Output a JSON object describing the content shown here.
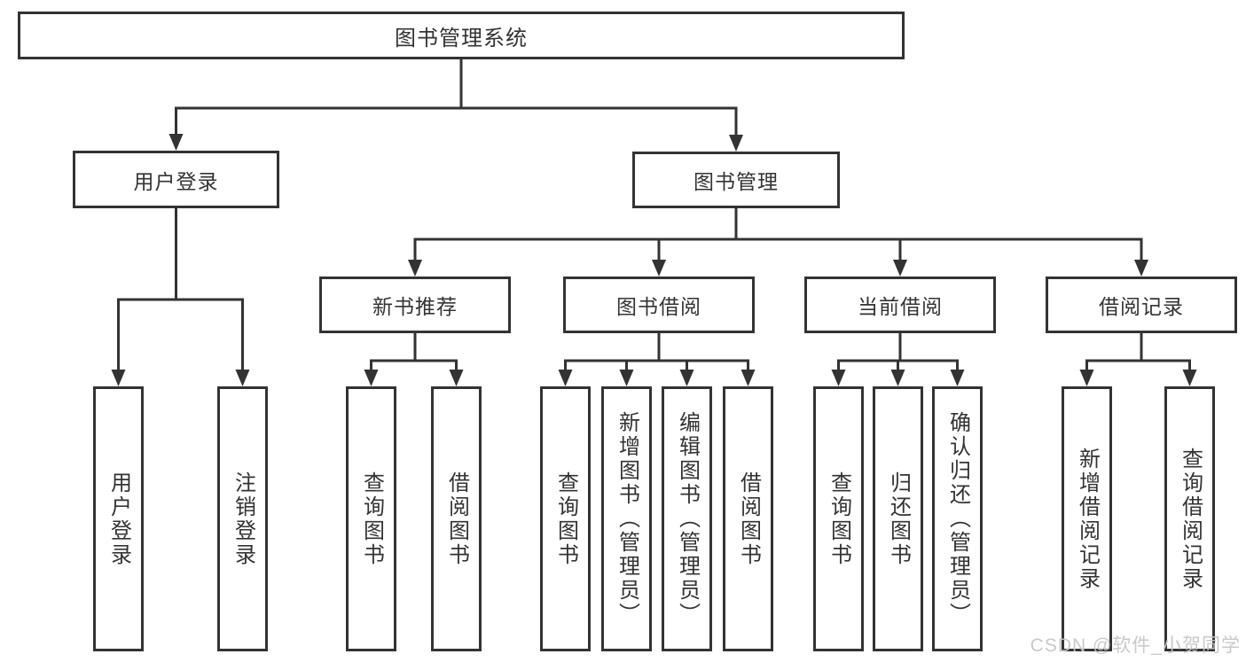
{
  "tree": {
    "root": {
      "label": "图书管理系统"
    },
    "user_login": {
      "label": "用户登录",
      "children": [
        "用户登录",
        "注销登录"
      ]
    },
    "book_management": {
      "label": "图书管理"
    },
    "new_book_rec": {
      "label": "新书推荐",
      "children": [
        "查询图书",
        "借阅图书"
      ]
    },
    "book_borrow": {
      "label": "图书借阅",
      "children": [
        "查询图书",
        "新增图书（管理员）",
        "编辑图书（管理员）",
        "借阅图书"
      ]
    },
    "current_borrow": {
      "label": "当前借阅",
      "children": [
        "查询图书",
        "归还图书",
        "确认归还（管理员）"
      ]
    },
    "borrow_records": {
      "label": "借阅记录",
      "children": [
        "新增借阅记录",
        "查询借阅记录"
      ]
    }
  },
  "watermark": "CSDN @软件_小贺同学",
  "colors": {
    "line": "#333333",
    "text": "#333333",
    "watermark": "#c6c6c6",
    "background": "#ffffff"
  }
}
